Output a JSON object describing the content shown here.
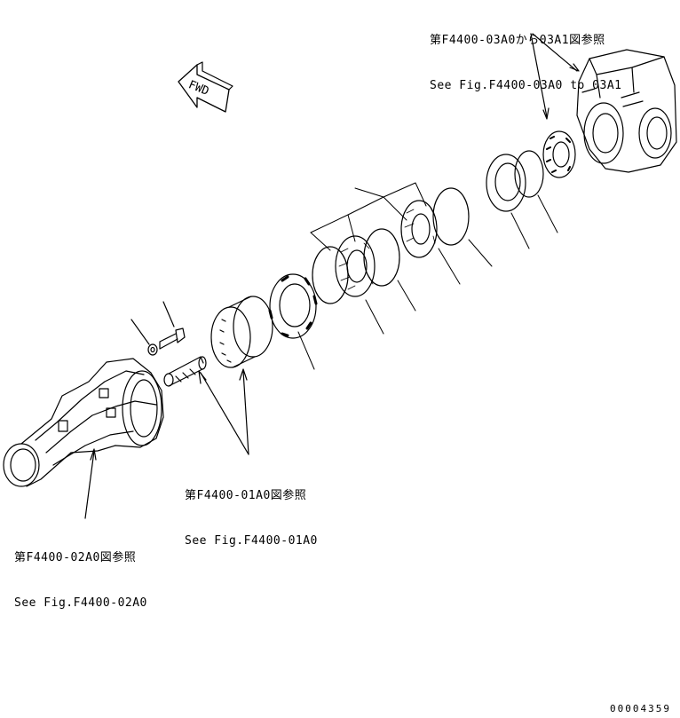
{
  "forward_marker": {
    "label": "FWD"
  },
  "references": {
    "top_right": {
      "line_jp": "第F4400-03A0から03A1図参照",
      "line_en": "See Fig.F4400-03A0 to 03A1"
    },
    "center": {
      "line_jp": "第F4400-01A0図参照",
      "line_en": "See Fig.F4400-01A0"
    },
    "left": {
      "line_jp": "第F4400-02A0図参照",
      "line_en": "See Fig.F4400-02A0"
    }
  },
  "document_number": "00004359",
  "colors": {
    "ink": "#000000",
    "background": "#ffffff"
  }
}
